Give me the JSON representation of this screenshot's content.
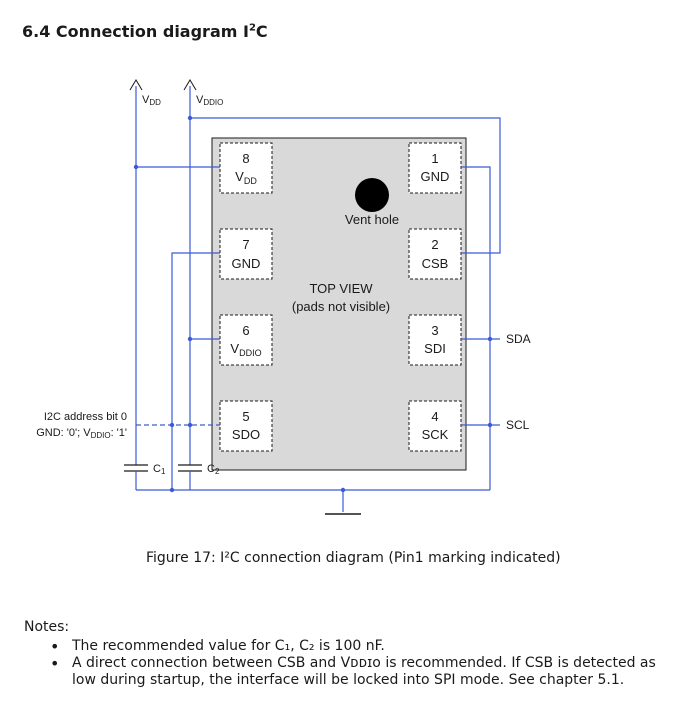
{
  "section": {
    "number": "6.4",
    "title_lead": "Connection diagram I",
    "title_sup": "2",
    "title_tail": "C"
  },
  "rails": {
    "vdd": {
      "main": "V",
      "sub": "DD"
    },
    "vddio": {
      "main": "V",
      "sub": "DDIO"
    }
  },
  "chip": {
    "vent_label": "Vent hole",
    "top_view": "TOP VIEW",
    "pads_note": "(pads not visible)"
  },
  "pins": [
    {
      "number": "8",
      "name": "V",
      "sub": "DD"
    },
    {
      "number": "7",
      "name": "GND",
      "sub": ""
    },
    {
      "number": "6",
      "name": "V",
      "sub": "DDIO"
    },
    {
      "number": "5",
      "name": "SDO",
      "sub": ""
    },
    {
      "number": "1",
      "name": "GND",
      "sub": ""
    },
    {
      "number": "2",
      "name": "CSB",
      "sub": ""
    },
    {
      "number": "3",
      "name": "SDI",
      "sub": ""
    },
    {
      "number": "4",
      "name": "SCK",
      "sub": ""
    }
  ],
  "signals": {
    "sda": "SDA",
    "scl": "SCL"
  },
  "address_note": {
    "line1": "I2C address bit 0",
    "line2_a": "GND: '0'; V",
    "line2_sub": "DDIO",
    "line2_b": ": '1'"
  },
  "capacitors": {
    "c1": {
      "main": "C",
      "sub": "1"
    },
    "c2": {
      "main": "C",
      "sub": "2"
    }
  },
  "figure_caption": "Figure 17: I²C connection diagram (Pin1 marking indicated)",
  "notes": {
    "heading": "Notes:",
    "items": [
      "The recommended value for C₁, C₂ is 100 nF.",
      "A direct connection between CSB and Vᴅᴅɪᴏ is recommended. If CSB is detected as low during startup, the interface will be locked into SPI mode. See chapter 5.1."
    ]
  },
  "colors": {
    "wire": "#3b5bd6",
    "chip_fill": "#d9d9d9",
    "ink": "#1a1a1a"
  }
}
